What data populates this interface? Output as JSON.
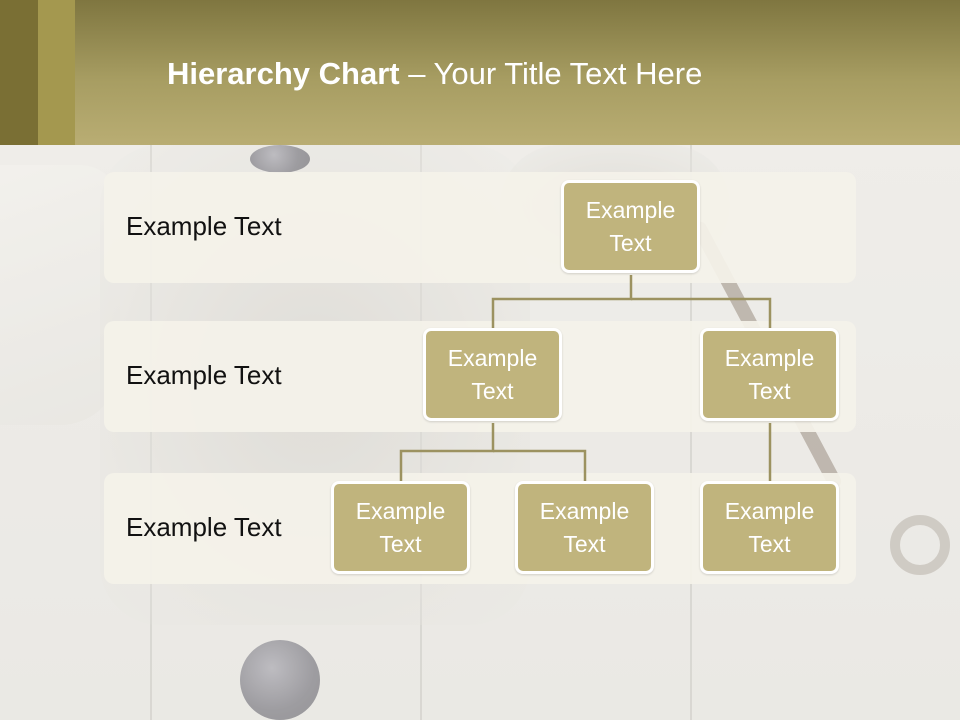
{
  "header": {
    "title_bold": "Hierarchy Chart",
    "title_dash": " – ",
    "title_rest": "Your Title Text Here"
  },
  "levels": [
    {
      "label": "Example Text"
    },
    {
      "label": "Example Text"
    },
    {
      "label": "Example Text"
    }
  ],
  "nodes": {
    "root": "Example\nText",
    "l2_left": "Example\nText",
    "l2_right": "Example\nText",
    "l3_left": "Example\nText",
    "l3_middle": "Example\nText",
    "l3_right": "Example\nText"
  },
  "colors": {
    "header": "#a79d62",
    "node_fill": "#c0b47d",
    "node_border": "#ffffff",
    "connector": "#9c9260",
    "band": "#f4f2ea"
  }
}
